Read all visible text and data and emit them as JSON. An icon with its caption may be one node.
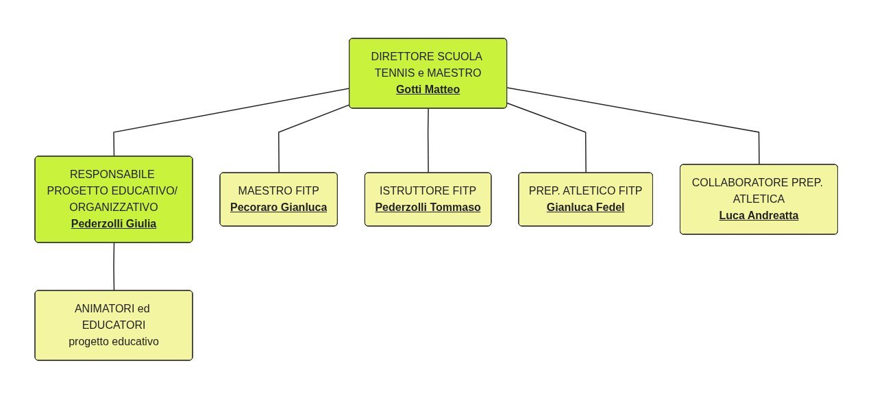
{
  "diagram": {
    "nodes": [
      {
        "text": [
          "DIRETTORE SCUOLA TENNIS e MAESTRO",
          "Gotti Matteo"
        ]
      },
      {
        "text": [
          "RESPONSABILE PROGETTO EDUCATIVO/ ORGANIZZATIVO",
          "Pederzolli Giulia"
        ]
      },
      {
        "text": [
          "MAESTRO FITP",
          "Pecoraro Gianluca"
        ]
      },
      {
        "text": [
          "ISTRUTTORE FITP",
          "Pederzolli Tommaso"
        ]
      },
      {
        "text": [
          "PREP. ATLETICO FITP",
          "Gianluca Fedel"
        ]
      },
      {
        "text": [
          "COLLABORATORE PREP. ATLETICA",
          "Luca Andreatta"
        ]
      },
      {
        "text": [
          "ANIMATORI ed EDUCATORI",
          "progetto educativo"
        ]
      }
    ],
    "edges": [
      {
        "from": 0,
        "to": 1,
        "arrow": "none"
      },
      {
        "from": 0,
        "to": 2,
        "arrow": "none"
      },
      {
        "from": 0,
        "to": 3,
        "arrow": "none"
      },
      {
        "from": 0,
        "to": 4,
        "arrow": "none"
      },
      {
        "from": 0,
        "to": 5,
        "arrow": "none"
      },
      {
        "from": 1,
        "to": 6,
        "arrow": "none"
      }
    ]
  }
}
